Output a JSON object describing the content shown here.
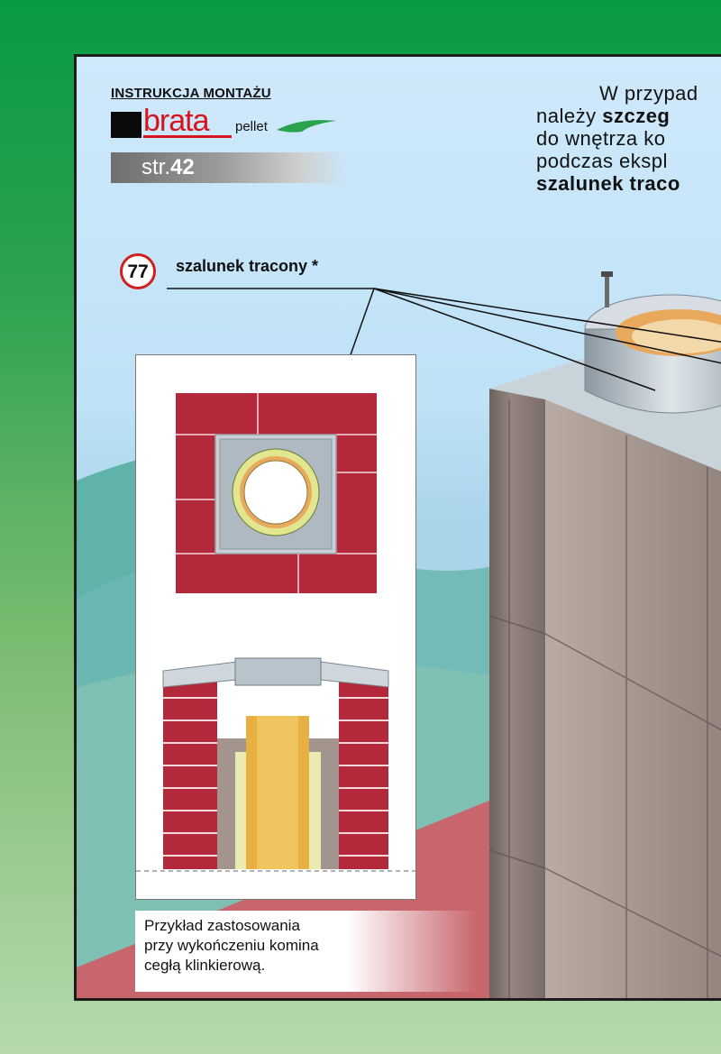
{
  "header": {
    "instruction_title": "INSTRUKCJA MONTAŻU",
    "brand": "brata",
    "brand_suffix": "pellet",
    "page_prefix": "str.",
    "page_number": "42"
  },
  "intro_text": {
    "line1": "W przypad",
    "line2_a": "należy ",
    "line2_b": "szczeg",
    "line3": "do wnętrza ko",
    "line4": "podczas ekspl",
    "line5": "szalunek traco"
  },
  "callout": {
    "number": "77",
    "label": "szalunek tracony *"
  },
  "caption": {
    "line1": "Przykład zastosowania",
    "line2": "przy wykończeniu komina",
    "line3": "cegłą klinkierową."
  },
  "colors": {
    "brand_red": "#d7141a",
    "callout_ring": "#d11e1e",
    "brick": "#b3283a",
    "flue_orange": "#e8b040",
    "insulation": "#e9ebb0",
    "steel": "#b8c4cc",
    "chimney_body": "#8a7a72"
  },
  "icons": [
    "brata-logo",
    "leaf-icon",
    "chimney-illustration"
  ]
}
